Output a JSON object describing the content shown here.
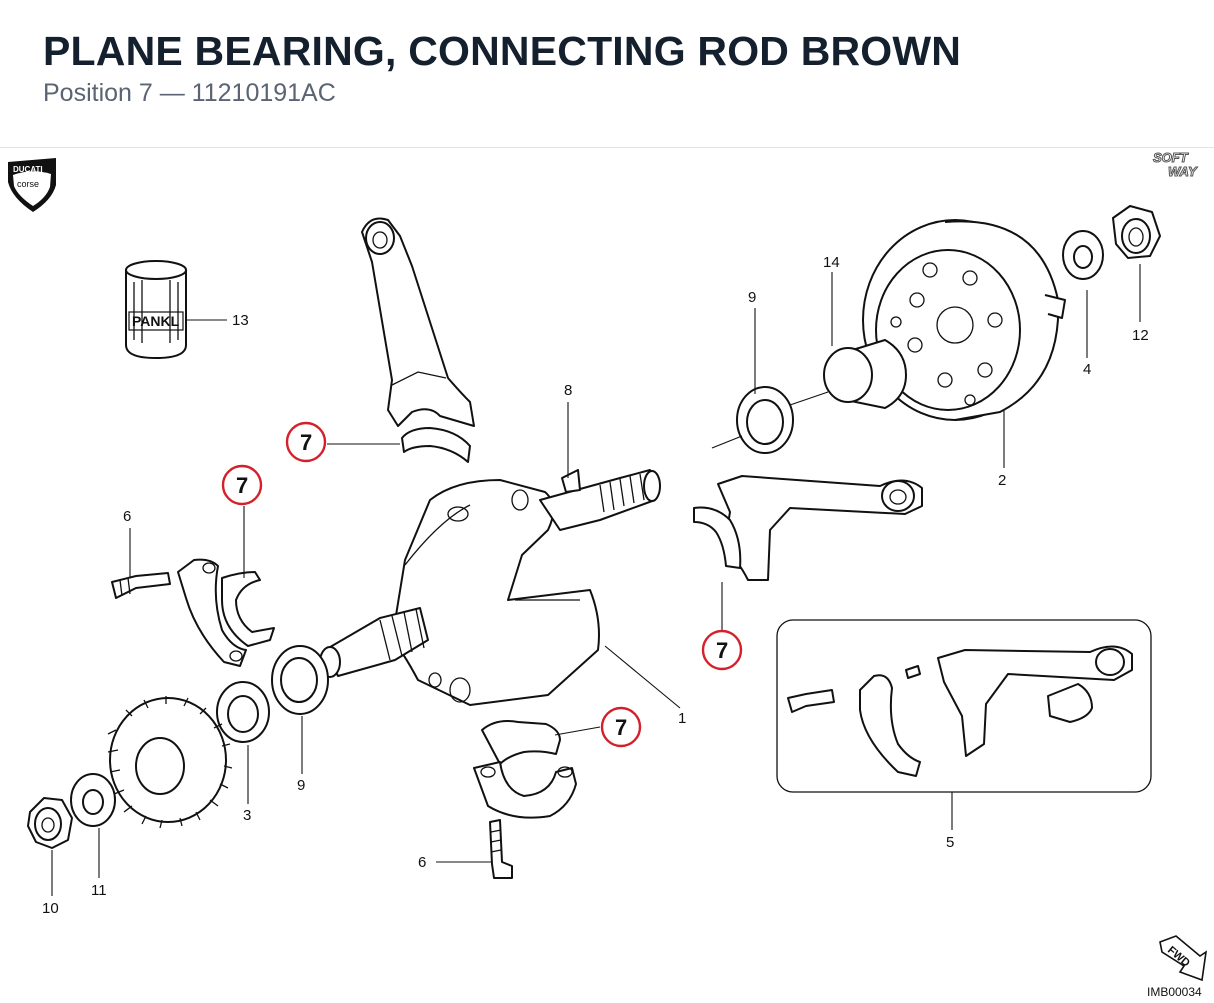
{
  "header": {
    "title": "PLANE BEARING, CONNECTING ROD BROWN",
    "subtitle": "Position 7 — 11210191AC"
  },
  "highlight": {
    "position": "7",
    "color": "#d4202a"
  },
  "logos": {
    "brand": "DUCATI corse",
    "software": "SOFT WAY"
  },
  "fwd_label": "FWD",
  "drawing_code": "IMB00034",
  "product_label": "PANKL",
  "callouts": [
    "1",
    "2",
    "3",
    "4",
    "5",
    "6",
    "6",
    "7",
    "7",
    "7",
    "7",
    "8",
    "9",
    "9",
    "10",
    "11",
    "12",
    "13",
    "14"
  ]
}
